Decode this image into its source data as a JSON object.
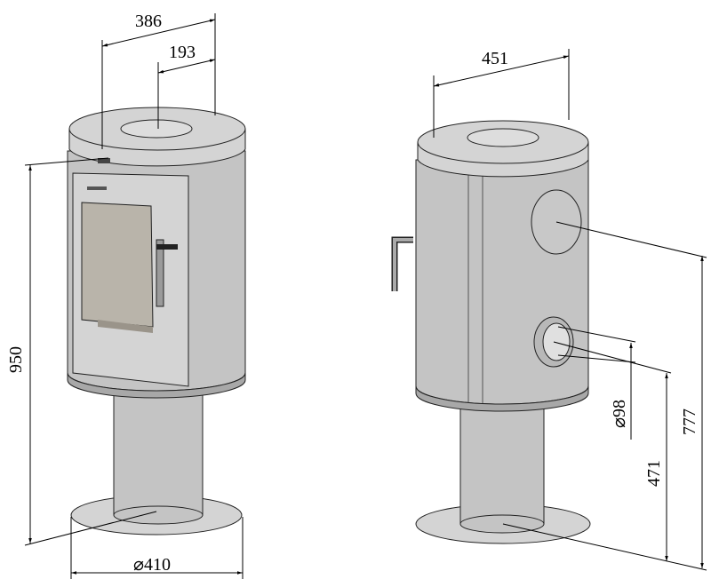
{
  "title": "Stove dimension drawing",
  "front_view": {
    "top_width": "386",
    "flue_offset": "193",
    "height": "950",
    "base_diameter": "⌀410"
  },
  "side_view": {
    "depth": "451",
    "outlet_diameter": "⌀98",
    "outlet_height": "471",
    "flue_height": "777"
  },
  "colors": {
    "metal": "#c4c4c4",
    "glass": "#b9b4aa",
    "line": "#000000"
  }
}
